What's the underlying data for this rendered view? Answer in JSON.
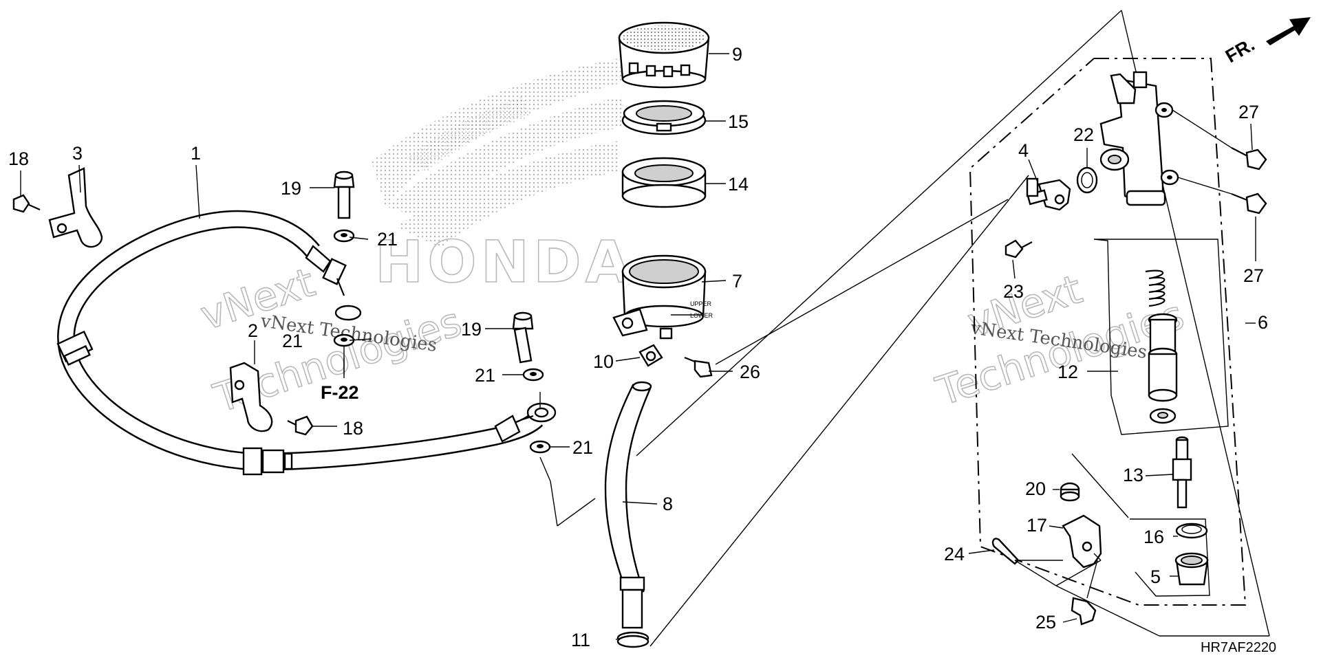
{
  "diagram": {
    "code": "HR7AF2220",
    "front_label": "FR.",
    "ref_label": "F-22",
    "reservoir_marks": {
      "upper": "UPPER",
      "lower": "LOWER"
    }
  },
  "watermark": {
    "logo_word": "HONDA",
    "line1": "vNext Technologies",
    "big_top": "vNext",
    "big_bottom": "Technologies"
  },
  "callouts": [
    "1",
    "2",
    "3",
    "4",
    "5",
    "6",
    "7",
    "8",
    "9",
    "10",
    "11",
    "12",
    "13",
    "14",
    "15",
    "16",
    "17",
    "18",
    "18",
    "19",
    "19",
    "20",
    "21",
    "21",
    "21",
    "21",
    "22",
    "23",
    "24",
    "25",
    "26",
    "27",
    "27"
  ]
}
